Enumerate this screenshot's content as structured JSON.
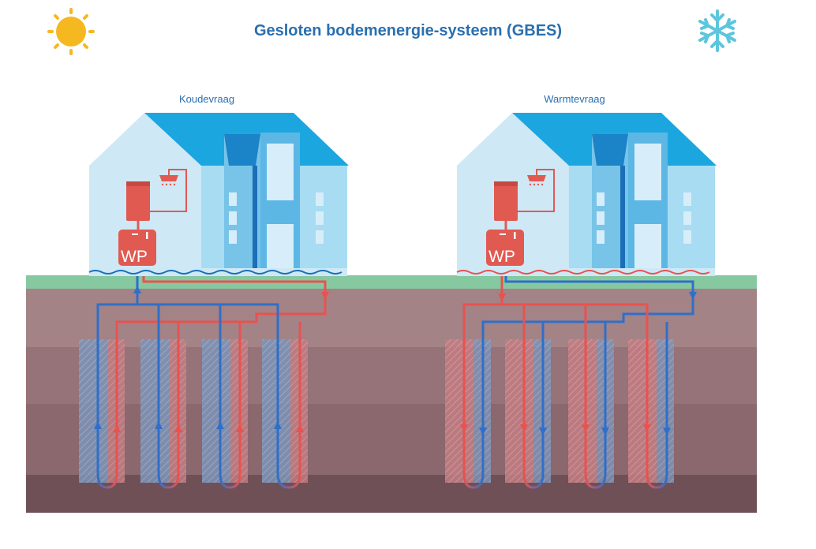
{
  "title": "Gesloten bodemenergie-systeem (GBES)",
  "houses": [
    {
      "label": "Koudevraag",
      "unit": "WP"
    },
    {
      "label": "Warmtevraag",
      "unit": "WP"
    }
  ],
  "icons": {
    "left": "sun-icon",
    "right": "snowflake-icon"
  },
  "colors": {
    "title": "#2a6faf",
    "cold_pipe": "#2f6fc9",
    "warm_pipe": "#e9524f",
    "grass": "#86c9a1"
  }
}
